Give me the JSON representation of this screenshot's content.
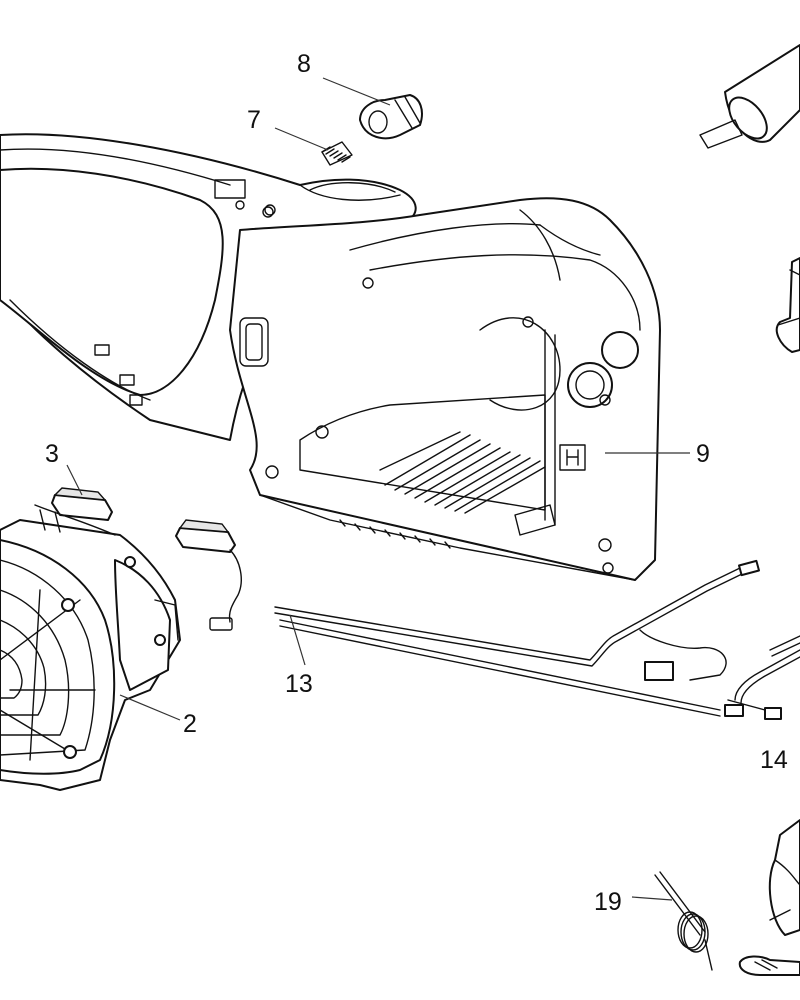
{
  "labels": {
    "p2": "2",
    "p3": "3",
    "p7": "7",
    "p8": "8",
    "p9": "9",
    "p13": "13",
    "p14": "14",
    "p19": "19"
  }
}
